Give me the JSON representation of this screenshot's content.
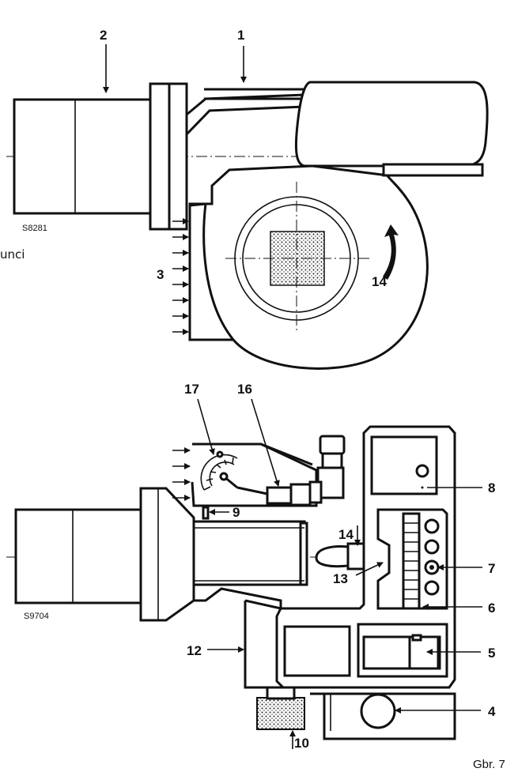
{
  "top_view": {
    "drawing_code": "S8281",
    "side_text": "unci",
    "callouts": [
      "1",
      "2",
      "3",
      "14"
    ]
  },
  "bottom_view": {
    "drawing_code": "S9704",
    "callouts": [
      "17",
      "16",
      "8",
      "9",
      "14",
      "7",
      "13",
      "6",
      "5",
      "12",
      "4",
      "10"
    ]
  },
  "figure_label": "Gbr. 7"
}
